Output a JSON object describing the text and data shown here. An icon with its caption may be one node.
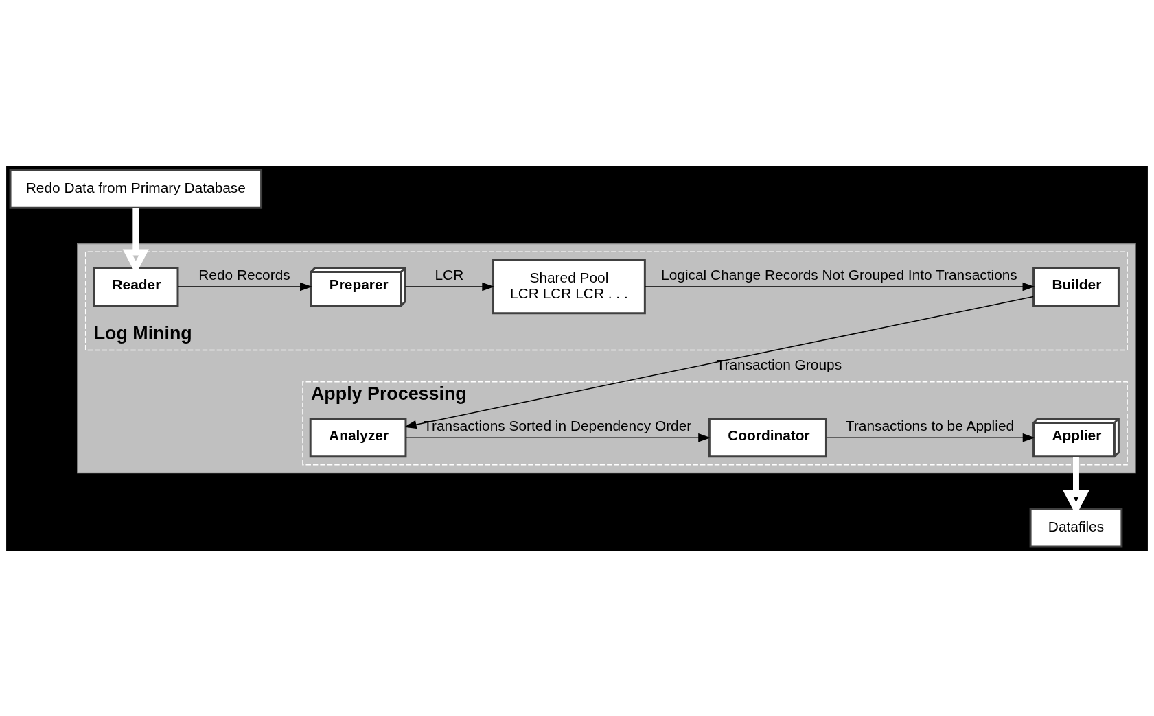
{
  "diagram": {
    "nodes": [
      {
        "text": [
          "Redo Data from Primary Database"
        ]
      },
      {
        "text": [],
        "shape": "box"
      },
      {
        "text": [
          "Log Mining"
        ],
        "in": 1
      },
      {
        "text": [
          "Reader"
        ],
        "in": 2
      },
      {
        "text": [
          "Preparer"
        ],
        "in": 2
      },
      {
        "text": [
          "Shared Pool",
          "LCR LCR LCR . . ."
        ],
        "in": 2
      },
      {
        "text": [
          "Builder"
        ],
        "in": 2
      },
      {
        "text": [
          "Apply Processing"
        ],
        "in": 1
      },
      {
        "text": [
          "Analyzer"
        ],
        "in": 7
      },
      {
        "text": [
          "Coordinator"
        ],
        "in": 7
      },
      {
        "text": [
          "Applier"
        ],
        "in": 7
      },
      {
        "text": [
          "Datafiles"
        ]
      }
    ],
    "edges": [
      {
        "from": 0,
        "to": 3,
        "arrow": "to",
        "style": "thick",
        "color": "#ffffff"
      },
      {
        "from": 3,
        "to": 4,
        "arrow": "to",
        "label": "Redo Records"
      },
      {
        "from": 4,
        "to": 5,
        "arrow": "to",
        "label": "LCR"
      },
      {
        "from": 5,
        "to": 6,
        "arrow": "to",
        "label": "Logical Change Records Not Grouped Into Transactions"
      },
      {
        "from": 6,
        "to": 8,
        "arrow": "to",
        "label": "Transaction Groups"
      },
      {
        "from": 8,
        "to": 9,
        "arrow": "to",
        "label": "Transactions Sorted in Dependency Order"
      },
      {
        "from": 9,
        "to": 10,
        "arrow": "to",
        "label": "Transactions to be Applied"
      },
      {
        "from": 10,
        "to": 11,
        "arrow": "to",
        "style": "thick",
        "color": "#ffffff"
      }
    ]
  }
}
